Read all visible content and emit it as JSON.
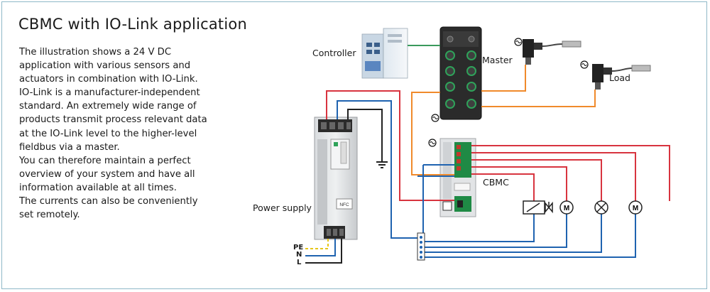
{
  "title": "CBMC with IO-Link application",
  "description": [
    "The illustration shows a 24 V DC",
    "application with various sensors and",
    "actuators in combination with IO-Link.",
    "IO-Link is a manufacturer-independent",
    "standard. An extremely wide range of",
    "products transmit process relevant data",
    "at the IO-Link level to the higher-level",
    "fieldbus via a master.",
    "You can therefore maintain a perfect",
    "overview of your system and have all",
    "information available at all times.",
    "The currents can also be conveniently",
    "set remotely."
  ],
  "labels": {
    "controller": "Controller",
    "master": "Master",
    "load": "Load",
    "cbmc": "CBMC",
    "power_supply": "Power supply",
    "pe": "PE",
    "n": "N",
    "l": "L",
    "motor": "M",
    "nfc": "NFC"
  },
  "colors": {
    "red_wire": "#d8343f",
    "blue_wire": "#1f63b0",
    "orange_wire": "#f08a2b",
    "green_wire": "#3a9a5c",
    "ground_wire": "#222222",
    "pe_wire": "#e6c619",
    "frame": "#8fb8c8"
  }
}
